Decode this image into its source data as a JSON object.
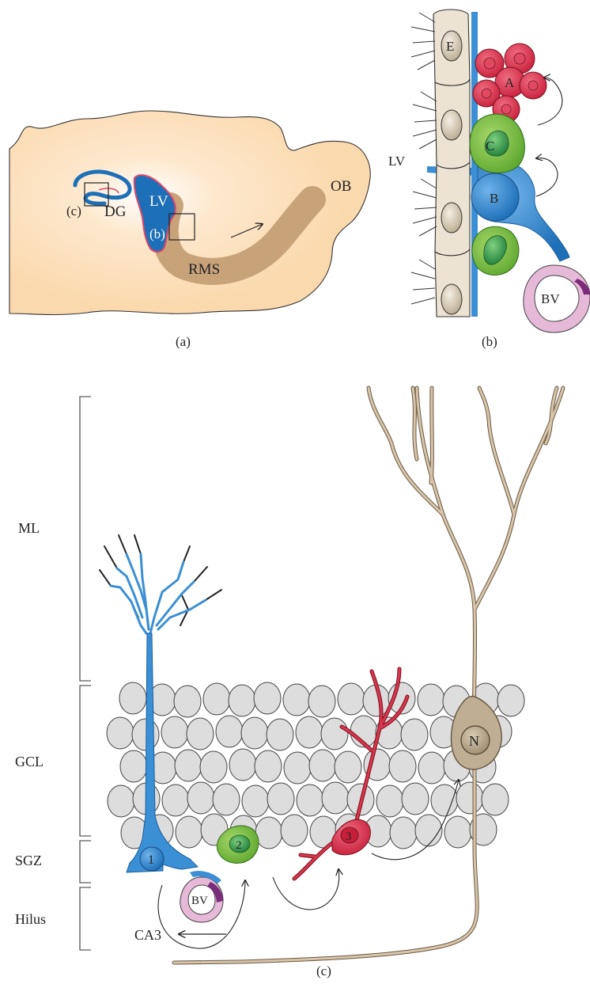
{
  "panel_a": {
    "caption": "(a)",
    "labels": {
      "lv": "LV",
      "ob": "OB",
      "dg": "DG",
      "rms": "RMS",
      "inset_c": "(c)",
      "inset_b": "(b)"
    }
  },
  "panel_b": {
    "caption": "(b)",
    "labels": {
      "lv": "LV",
      "e": "E",
      "a": "A",
      "c": "C",
      "b": "B",
      "bv": "BV"
    }
  },
  "panel_c": {
    "caption": "(c)",
    "layers": [
      "ML",
      "GCL",
      "SGZ",
      "Hilus"
    ],
    "labels": {
      "ca3": "CA3",
      "bv": "BV",
      "n": "N",
      "cell1": "1",
      "cell2": "2",
      "cell3": "3"
    }
  },
  "colors": {
    "brain": "#fbdcb4",
    "rms": "#c8a37a",
    "ventricle": "#1d6fb8",
    "blue_cell": "#3b8fd4",
    "green_cell": "#6fb83a",
    "red_cell": "#d8364b",
    "ependymal": "#ece3d3",
    "neuron": "#bfae93",
    "granule": "#dddddd",
    "vessel": "#e6b9d8"
  }
}
